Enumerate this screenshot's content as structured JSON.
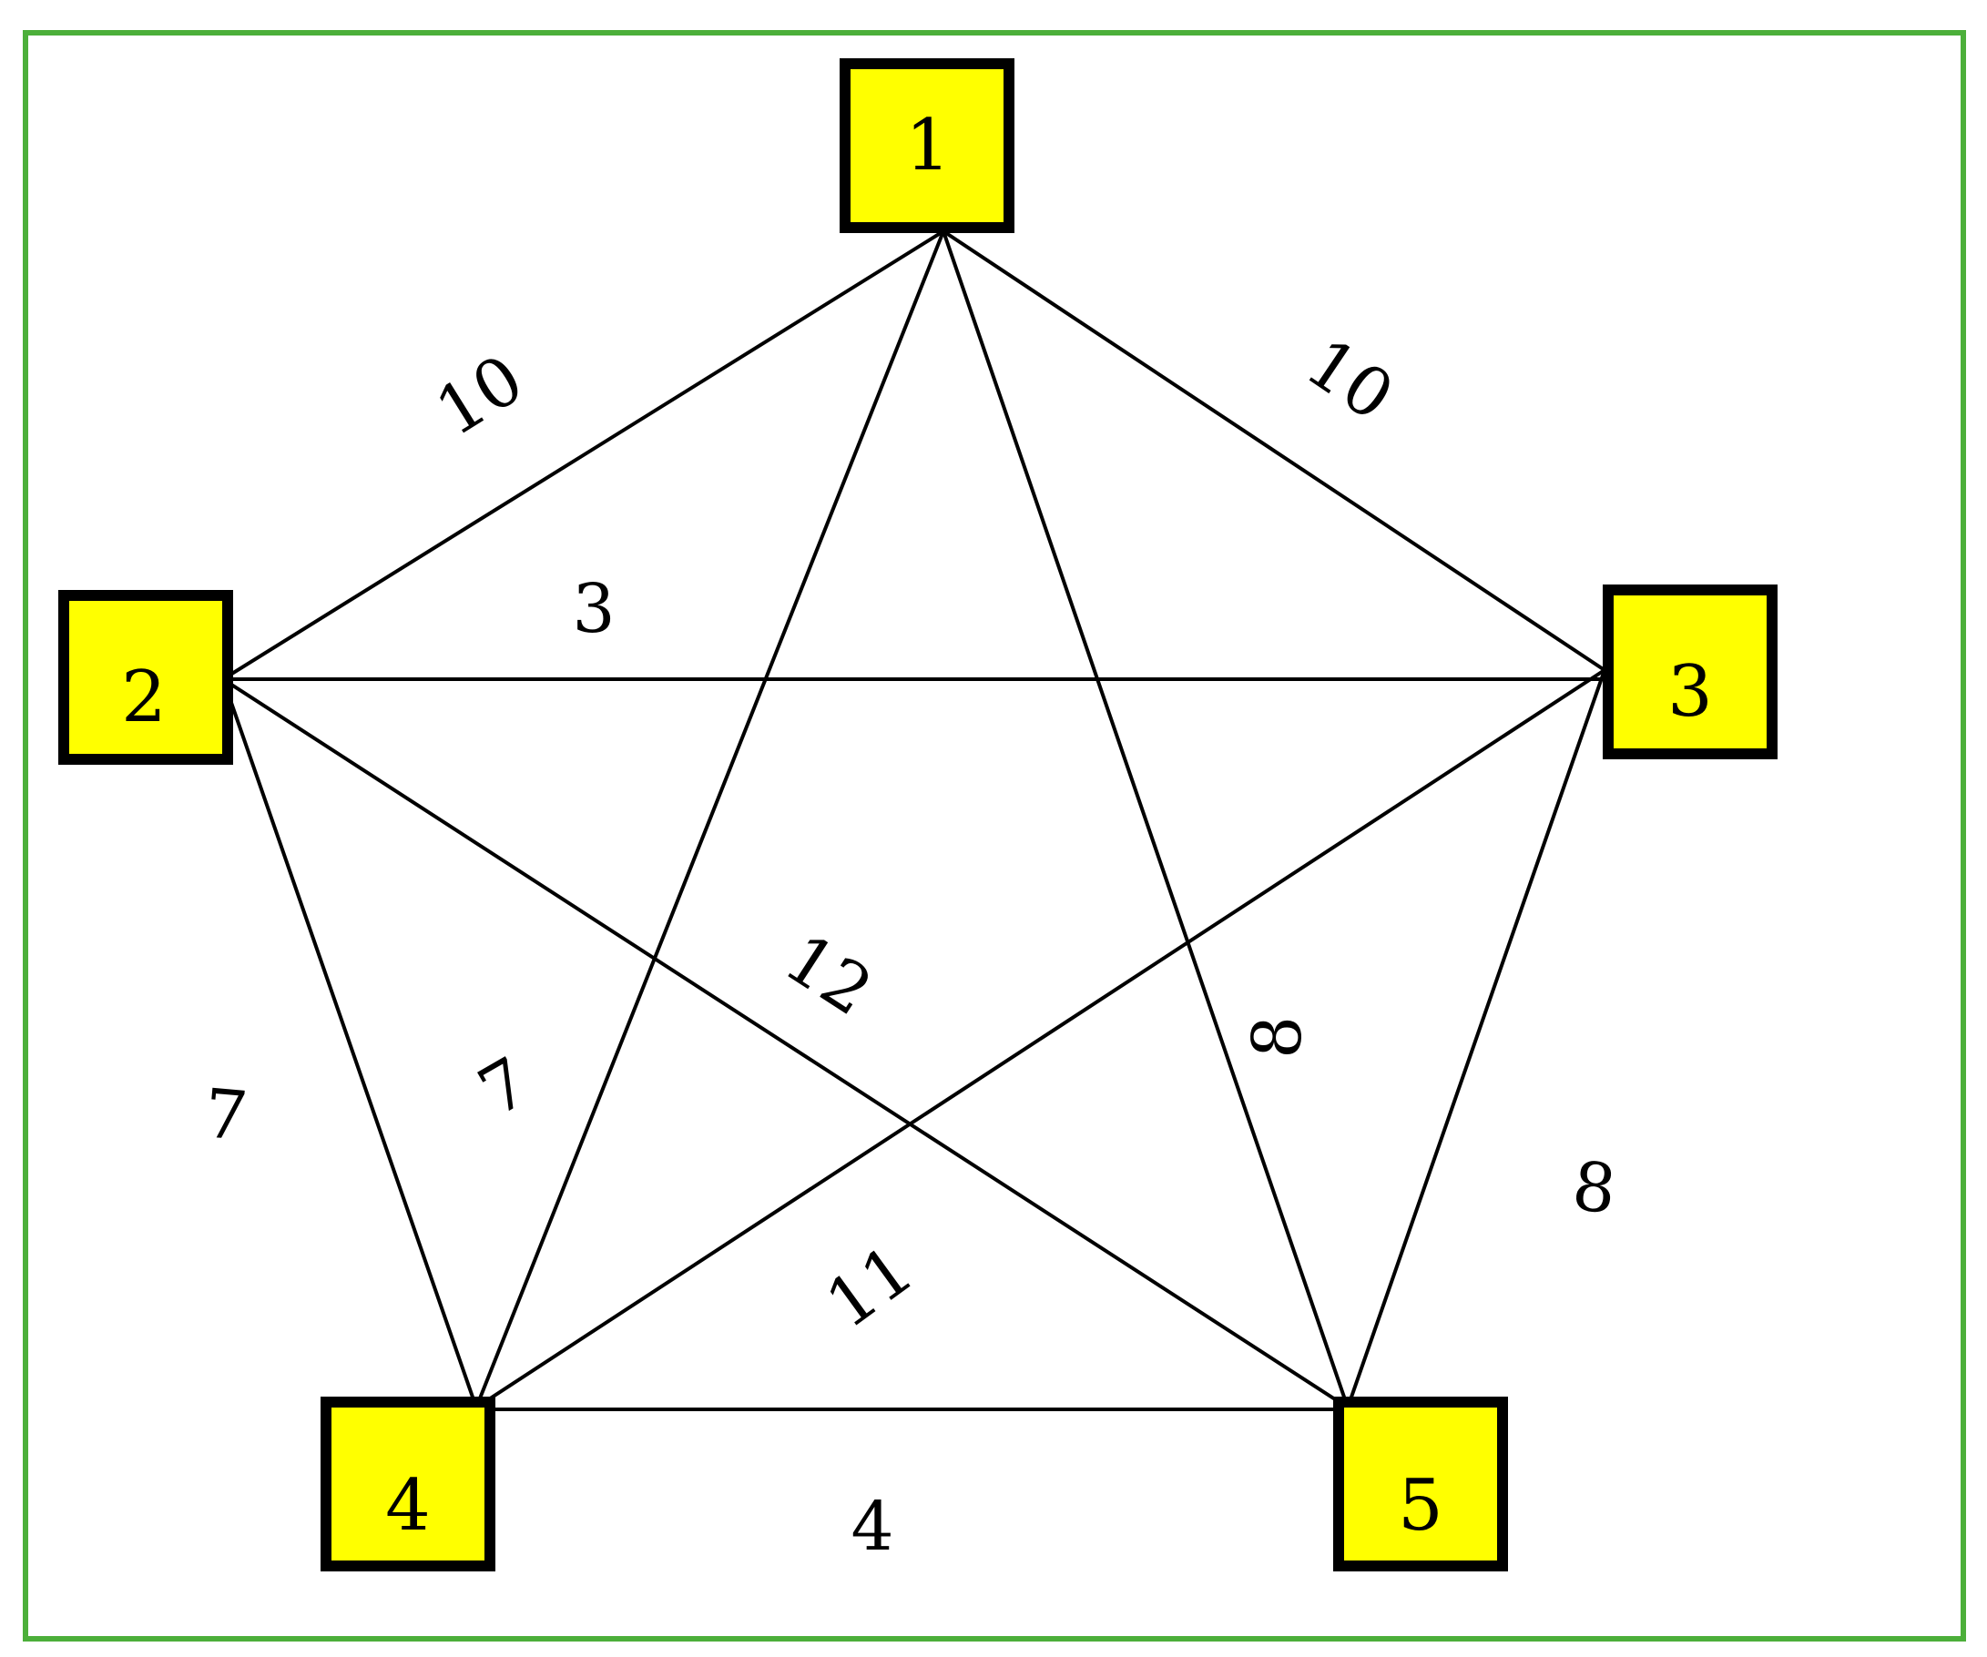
{
  "colors": {
    "frame": "#4caf3a",
    "node_fill": "#ffff00",
    "node_border": "#000000",
    "edge": "#000000",
    "background": "#ffffff"
  },
  "graph": {
    "nodes": [
      {
        "id": "1",
        "label": "1"
      },
      {
        "id": "2",
        "label": "2"
      },
      {
        "id": "3",
        "label": "3"
      },
      {
        "id": "4",
        "label": "4"
      },
      {
        "id": "5",
        "label": "5"
      }
    ],
    "edges": [
      {
        "from": "1",
        "to": "2",
        "label": "10"
      },
      {
        "from": "1",
        "to": "3",
        "label": "10"
      },
      {
        "from": "2",
        "to": "3",
        "label": "3"
      },
      {
        "from": "2",
        "to": "5",
        "label": "12"
      },
      {
        "from": "2",
        "to": "4",
        "label": "7"
      },
      {
        "from": "1",
        "to": "4",
        "label": "7"
      },
      {
        "from": "1",
        "to": "5",
        "label": "8"
      },
      {
        "from": "3",
        "to": "5",
        "label": "8"
      },
      {
        "from": "3",
        "to": "4",
        "label": "11"
      },
      {
        "from": "4",
        "to": "5",
        "label": "4"
      }
    ]
  }
}
